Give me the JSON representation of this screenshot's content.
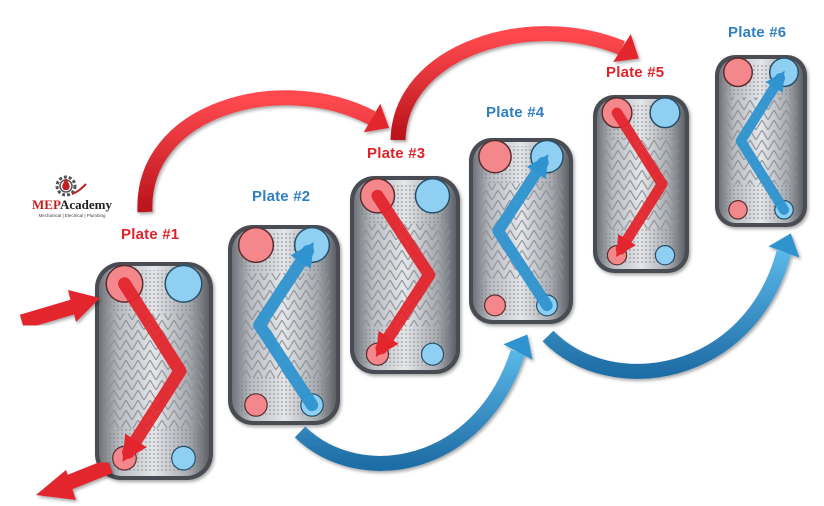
{
  "colors": {
    "hot": "#e3262d",
    "hot_port": "#f3878c",
    "cold": "#2f93cf",
    "cold_port": "#8fd0f2",
    "plate_label_red": "#e0222a",
    "plate_label_blue": "#2f7fc1",
    "logo_red": "#c41e1e"
  },
  "logo": {
    "brand_prefix": "MEP",
    "brand_suffix": "Academy",
    "tagline": "Mechanical | Electrical | Plumbing",
    "icon": "gear-flame-icon"
  },
  "plates": [
    {
      "label": "Plate #1",
      "medium": "hot"
    },
    {
      "label": "Plate #2",
      "medium": "cold"
    },
    {
      "label": "Plate #3",
      "medium": "hot"
    },
    {
      "label": "Plate #4",
      "medium": "cold"
    },
    {
      "label": "Plate #5",
      "medium": "hot"
    },
    {
      "label": "Plate #6",
      "medium": "cold"
    }
  ]
}
